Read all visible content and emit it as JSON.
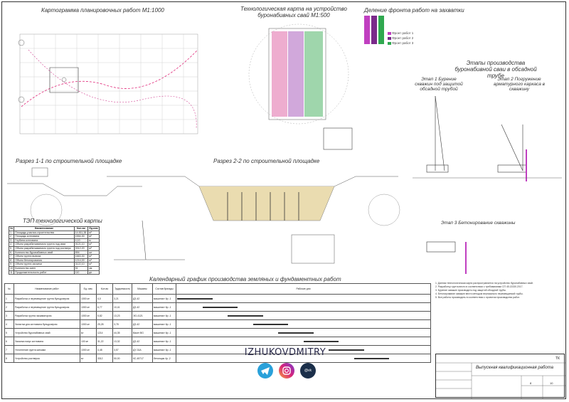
{
  "titles": {
    "grading_map": "Картограмма планировочных работ М1:1000",
    "tech_map": "Технологическая карта на устройство буронабивных свай М1:500",
    "zones": "Деление фронта работ на захватки",
    "stages": "Этапы производства буронабивной сваи в обсадной трубе",
    "stage1": "Этап 1 Бурение скважин под защитой обсадной трубой",
    "stage2": "Этап 2 Погружение арматурного каркаса в скважину",
    "stage3": "Этап 3 Бетонирование скважины",
    "section11": "Разрез 1-1 по строительной площадке",
    "section22": "Разрез 2-2 по строительной площадке",
    "tep": "ТЭП технологической карты",
    "calendar": "Календарный график производства земляных и фундаментных работ",
    "stamp_title": "Выпускная квалификационная работа",
    "stamp_code": "ТК",
    "stamp_sheet": "8",
    "stamp_sheets": "10"
  },
  "legend": [
    {
      "label": "Фронт работ 1",
      "color": "#c03fc0"
    },
    {
      "label": "Фронт работ 2",
      "color": "#7a2a8a"
    },
    {
      "label": "Фронт работ 3",
      "color": "#2fa84f"
    }
  ],
  "tep": {
    "headers": [
      "№",
      "Наименование",
      "Кол-во",
      "Ед.изм"
    ],
    "rows": [
      [
        "1",
        "Площадь участка строительства",
        "14 811,38",
        "м²"
      ],
      [
        "2",
        "Площадь котлована",
        "1554,30",
        "м²"
      ],
      [
        "3",
        "Глубина котлована",
        "4,10",
        "м"
      ],
      [
        "4",
        "Объем разрабатываемого грунта под сваи",
        "9121,10",
        "м³"
      ],
      [
        "5",
        "Объем разрабатываемого грунта под ростверк",
        "3312,20",
        "м³"
      ],
      [
        "6",
        "Количество буронабивных свай",
        "894",
        "шт"
      ],
      [
        "7",
        "Объем грунта вывоза",
        "1663,30",
        "м³"
      ],
      [
        "8",
        "Объем бетонирования",
        "1214,00",
        "м³"
      ],
      [
        "9",
        "Объем грунта засыпки",
        "3122,10",
        "м³"
      ],
      [
        "10",
        "Количество смен",
        "51",
        "см"
      ],
      [
        "11",
        "Продолжительность работ",
        "110",
        "дн"
      ]
    ]
  },
  "calendar": {
    "headers": [
      "№",
      "Наименование работ",
      "Ед. изм.",
      "Кол-во",
      "Трудоемкость",
      "Машины",
      "Состав бригады",
      "Рабочие дни"
    ],
    "rows": [
      [
        "1",
        "Разработка и перемещение грунта бульдозером",
        "1000 м³",
        "4,0",
        "3,21",
        "ДЗ-42",
        "машинист 6р -1"
      ],
      [
        "2",
        "Разработка и перемещение грунта бульдозером",
        "1000 м³",
        "6,77",
        "10,41",
        "ДЗ-42",
        "машинист 6р -1"
      ],
      [
        "3",
        "Разработка грунта экскаватором",
        "1000 м³",
        "5,82",
        "13,23",
        "ЭО-4121",
        "машинист 6р -1"
      ],
      [
        "4",
        "Зачистка дна котлована бульдозером",
        "1000 м³",
        "25,28",
        "3,78",
        "ДЗ-42",
        "машинист 6р -1"
      ],
      [
        "5",
        "Устройство буронабивных свай",
        "м³",
        "1214",
        "44,35",
        "Bauer BG",
        "машинист 6р -1"
      ],
      [
        "6",
        "Засыпка пазух котлована",
        "100 м³",
        "31,22",
        "13,32",
        "ДЗ-42",
        "машинист 6р -1"
      ],
      [
        "7",
        "Уплотнение грунта катками",
        "1000 м³",
        "4,48",
        "3,57",
        "ДУ-31А",
        "машинист 6р -1"
      ],
      [
        "8",
        "Устройство ростверка",
        "м³",
        "3312",
        "50,00",
        "КС-45717",
        "бетонщик 4р -2"
      ]
    ]
  },
  "notes": [
    "1. Данная технологическая карта распространяется на устройство буронабивных свай.",
    "2. Разработку грунта вести в соответствии с требованиями СП 45.13330.2017.",
    "3. Бурение скважин производить под защитой обсадной трубы.",
    "4. Бетонирование скважин вести методом вертикально перемещаемой трубы.",
    "5. Все работы производить в соответствии с проектом производства работ."
  ],
  "watermark": {
    "text": "IZHUKOVDMITRY",
    "icon1": "telegram-icon",
    "icon2": "instagram-icon",
    "icon3": "vk-icon",
    "icon3_label": "@vk"
  }
}
